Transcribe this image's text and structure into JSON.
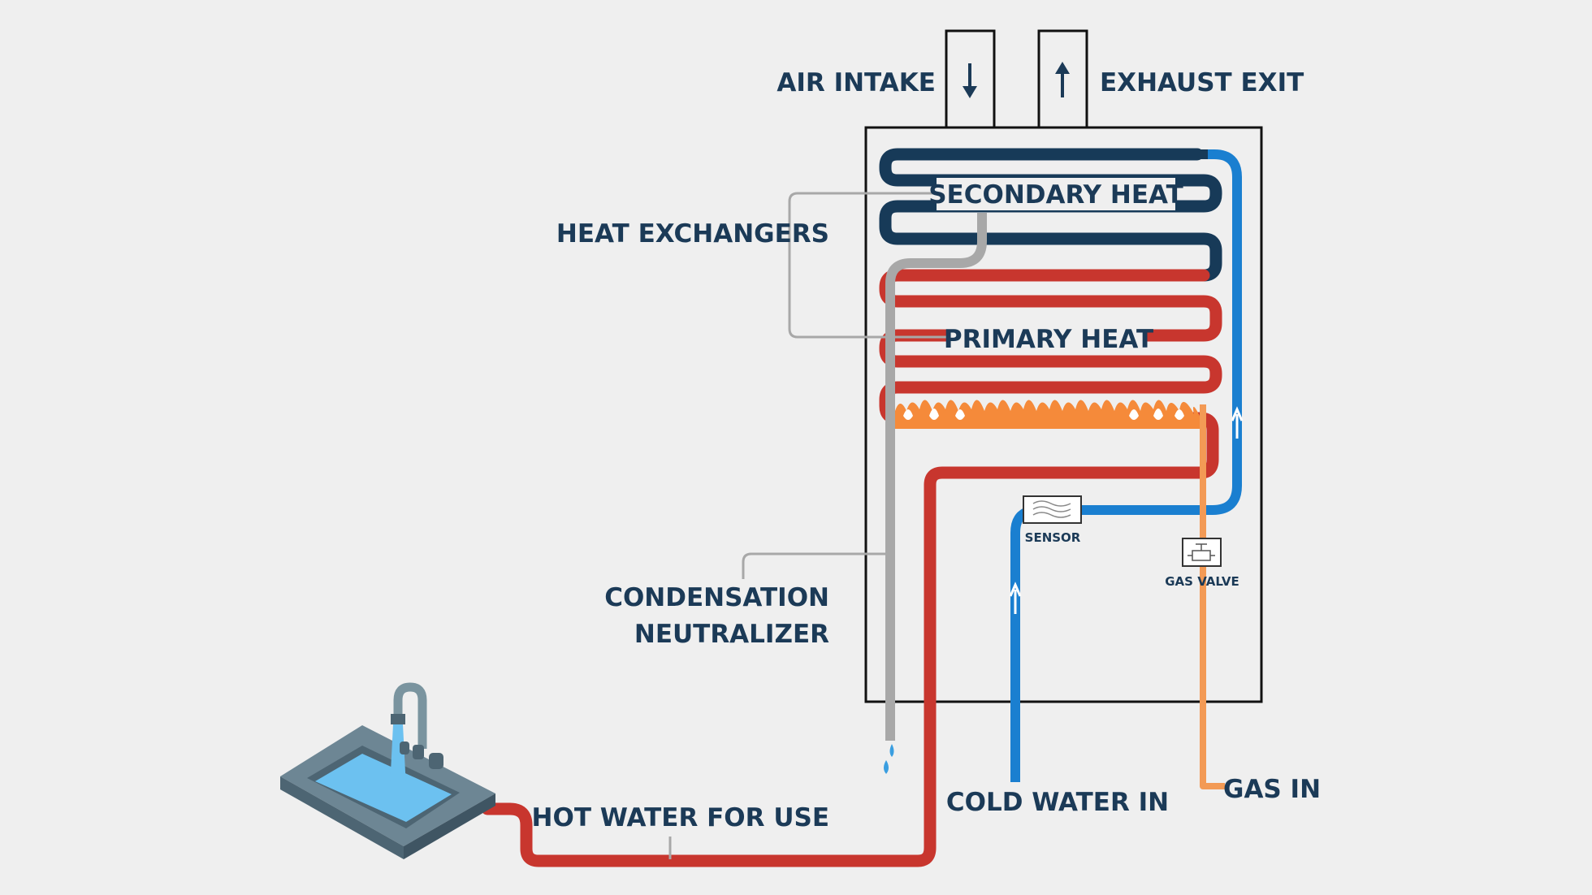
{
  "labels": {
    "air_intake": "AIR INTAKE",
    "exhaust_exit": "EXHAUST EXIT",
    "heat_exchangers": "HEAT EXCHANGERS",
    "secondary_heat": "SECONDARY HEAT",
    "primary_heat": "PRIMARY HEAT",
    "condensation_line1": "CONDENSATION",
    "condensation_line2": "NEUTRALIZER",
    "sensor": "SENSOR",
    "gas_valve": "GAS VALVE",
    "hot_water": "HOT WATER FOR USE",
    "cold_water": "COLD WATER IN",
    "gas_in": "GAS IN"
  },
  "colors": {
    "background": "#efefef",
    "label_text": "#1b3a57",
    "secondary_coil": "#173a58",
    "primary_coil": "#c8362e",
    "cold_water_pipe": "#1a7fd0",
    "gas_pipe": "#f39a55",
    "condensate_pipe": "#a8a8a8",
    "flame": "#f58a3a",
    "sink_body": "#6d8694",
    "sink_water": "#6cc1f0"
  },
  "icons": {
    "air_intake_arrow": "arrow-down-icon",
    "exhaust_arrow": "arrow-up-icon",
    "sensor": "sensor-icon",
    "gas_valve": "valve-icon",
    "sink": "sink-icon"
  }
}
